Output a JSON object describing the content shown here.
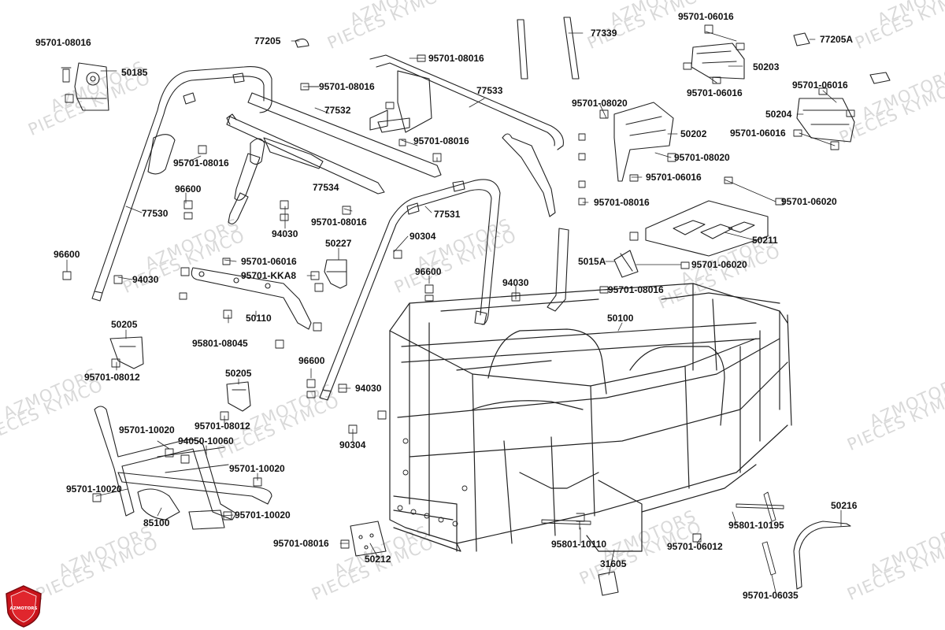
{
  "watermark": {
    "line1": "AZMOTORS",
    "line2_a": "PIECES",
    "line2_b": "KYMCO"
  },
  "logo": {
    "text": "AZMOTORS",
    "color": "#c8141b"
  },
  "labels": {
    "l_95701_08016_tl": "95701-08016",
    "l_50185": "50185",
    "l_77205": "77205",
    "l_95701_08016_a": "95701-08016",
    "l_95701_08016_b": "95701-08016",
    "l_77533": "77533",
    "l_77532": "77532",
    "l_77339": "77339",
    "l_95701_06016_a": "95701-06016",
    "l_77205A": "77205A",
    "l_50203": "50203",
    "l_95701_06016_b": "95701-06016",
    "l_95701_06016_c": "95701-06016",
    "l_95701_08020_a": "95701-08020",
    "l_50204": "50204",
    "l_95701_06016_d": "95701-06016",
    "l_50202": "50202",
    "l_95701_08020_b": "95701-08020",
    "l_95701_08016_c": "95701-08016",
    "l_95701_08016_d": "95701-08016",
    "l_95701_06016_e": "95701-06016",
    "l_77534": "77534",
    "l_96600_a": "96600",
    "l_77530": "77530",
    "l_94030_a": "94030",
    "l_95701_08016_e": "95701-08016",
    "l_77531": "77531",
    "l_95701_08016_f": "95701-08016",
    "l_95701_06020_a": "95701-06020",
    "l_50211": "50211",
    "l_96600_b": "96600",
    "l_94030_b": "94030",
    "l_95701_06016_f": "95701-06016",
    "l_50227": "50227",
    "l_95701_KKA8": "95701-KKA8",
    "l_90304_a": "90304",
    "l_96600_c": "96600",
    "l_5015A": "5015A",
    "l_95701_06020_b": "95701-06020",
    "l_94030_c": "94030",
    "l_95701_08016_g": "95701-08016",
    "l_50110": "50110",
    "l_50100": "50100",
    "l_95801_08045": "95801-08045",
    "l_50205_a": "50205",
    "l_95701_08012_a": "95701-08012",
    "l_96600_d": "96600",
    "l_94030_d": "94030",
    "l_50205_b": "50205",
    "l_95701_08012_b": "95701-08012",
    "l_95701_10020_a": "95701-10020",
    "l_94050_10060": "94050-10060",
    "l_90304_b": "90304",
    "l_95701_10020_b": "95701-10020",
    "l_95701_10020_c": "95701-10020",
    "l_85100": "85100",
    "l_95701_10020_d": "95701-10020",
    "l_95701_08016_h": "95701-08016",
    "l_50212": "50212",
    "l_95801_10110": "95801-10110",
    "l_95801_10195": "95801-10195",
    "l_95701_06012": "95701-06012",
    "l_50216": "50216",
    "l_31605": "31605",
    "l_95701_06035": "95701-06035"
  }
}
